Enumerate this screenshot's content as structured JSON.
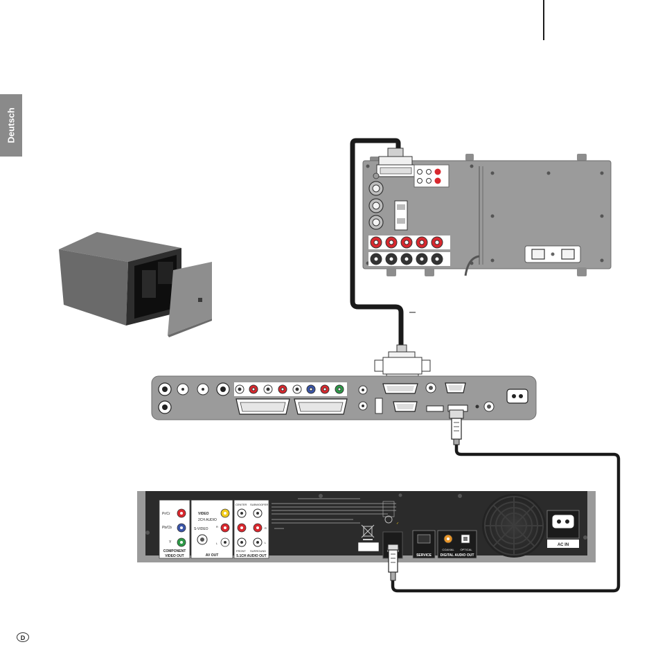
{
  "side_tab": {
    "label": "Deutsch",
    "color": "#8a8a8a"
  },
  "page_marker": "D",
  "receiver": {
    "jack_labels": {
      "pr_cr": "Pr/Cr",
      "pb_cb": "Pb/Cb",
      "y": "Y",
      "video": "VIDEO",
      "ch2_audio": "2CH AUDIO",
      "svideo": "S-VIDEO",
      "r": "R",
      "l": "L",
      "center": "CENTER",
      "subwoofer": "SUBWOOFER",
      "front": "FRONT",
      "surround": "SURROUND",
      "service": "SERVICE",
      "coaxial": "COAXIAL",
      "optical": "OPTICAL",
      "ac_in": "AC IN"
    },
    "section_labels": {
      "component_line1": "COMPONENT",
      "component_line2": "VIDEO OUT",
      "av_out": "AV OUT",
      "ch51_audio_out": "5.1CH AUDIO OUT",
      "digital_audio_out": "DIGITAL AUDIO OUT"
    },
    "colors": {
      "body": "#2b2b2b",
      "panel": "#ffffff",
      "jack_red": "#d8282e",
      "jack_blue": "#3a55a8",
      "jack_green": "#2e9a48",
      "jack_yellow": "#f2cc1c",
      "jack_orange": "#e8962a"
    }
  },
  "colors": {
    "cable": "#1a1a1a",
    "device_gray": "#9b9b9b",
    "device_dark": "#555555"
  }
}
